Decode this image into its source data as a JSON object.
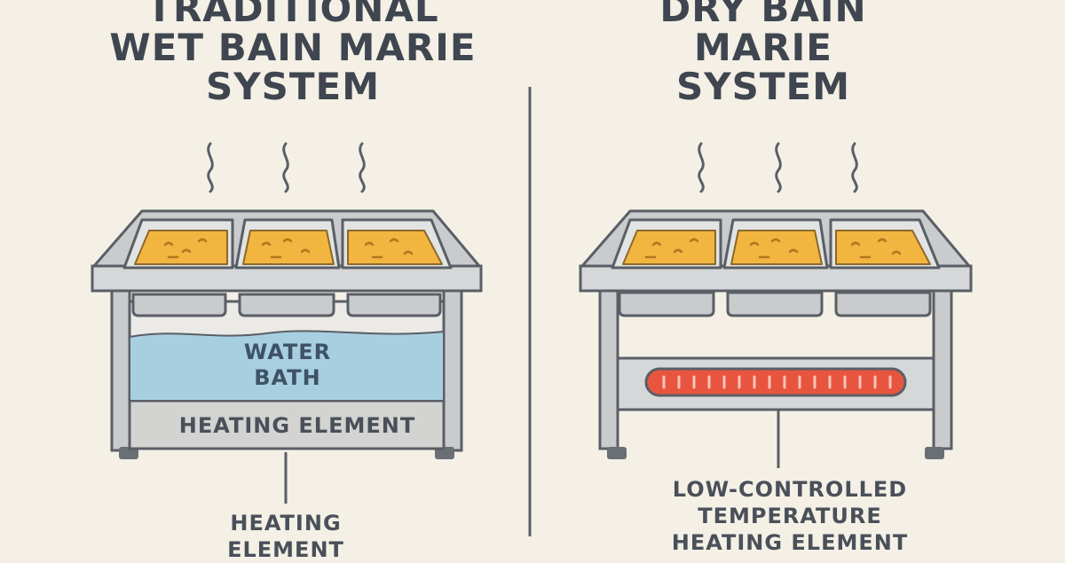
{
  "left": {
    "title": [
      "TRADITIONAL",
      "WET BAIN MARIE",
      "SYSTEM"
    ],
    "water_label": [
      "WATER",
      "BATH"
    ],
    "inner_heating_label": "HEATING ELEMENT",
    "caption": [
      "HEATING",
      "ELEMENT"
    ]
  },
  "right": {
    "title": [
      "DRY BAIN",
      "MARIE",
      "SYSTEM"
    ],
    "caption": [
      "LOW-CONTROLLED",
      "TEMPERATURE",
      "HEATING ELEMENT"
    ]
  },
  "colors": {
    "background": "#f4f0e6",
    "steel": "#c9cbcd",
    "outline": "#5a5f66",
    "food": "#f2b540",
    "water": "#a8cfe0",
    "heater": "#e8553f"
  },
  "icons": [
    "steam-wave-icon"
  ]
}
